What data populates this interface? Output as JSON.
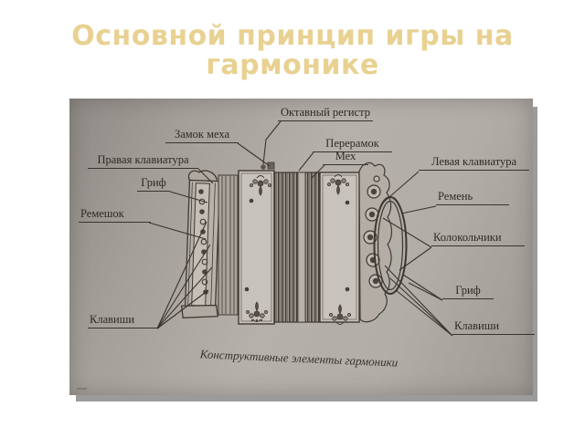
{
  "slide": {
    "title_line1": "Основной принцип игры на",
    "title_line2": "гармонике"
  },
  "figure": {
    "caption": "Конструктивные элементы гармоники",
    "labels": {
      "octave_register": "Октавный регистр",
      "bellows_lock": "Замок меха",
      "pereramok": "Перерамок",
      "bellows": "Мех",
      "right_keyboard": "Правая клавиатура",
      "neck_left": "Гриф",
      "strap_small": "Ремешок",
      "keys_left": "Клавиши",
      "left_keyboard": "Левая клавиатура",
      "strap": "Ремень",
      "bells": "Колокольчики",
      "neck_right": "Гриф",
      "keys_right": "Клавиши"
    },
    "colors": {
      "title": "#e8d191",
      "photo_paper": "#b2ada7",
      "ink": "#3f3934",
      "shadow": "#9b9b9b"
    }
  }
}
